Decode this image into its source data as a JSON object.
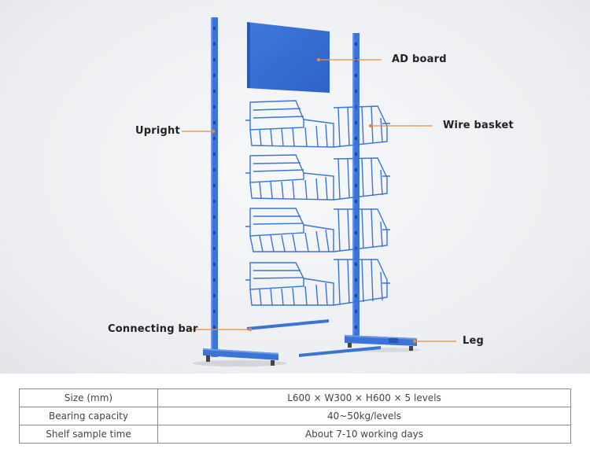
{
  "callouts": {
    "ad_board": "AD board",
    "upright": "Upright",
    "wire_basket": "Wire basket",
    "connecting_bar": "Connecting bar",
    "leg": "Leg"
  },
  "specs": [
    {
      "label": "Size (mm)",
      "value": "L600 × W300 × H600 × 5 levels"
    },
    {
      "label": "Bearing capacity",
      "value": "40~50kg/levels"
    },
    {
      "label": "Shelf sample time",
      "value": "About 7-10 working days"
    }
  ],
  "colors": {
    "frame_blue": "#3b73d6",
    "frame_dark": "#2a58b3",
    "leader_orange": "#e98a3c"
  }
}
